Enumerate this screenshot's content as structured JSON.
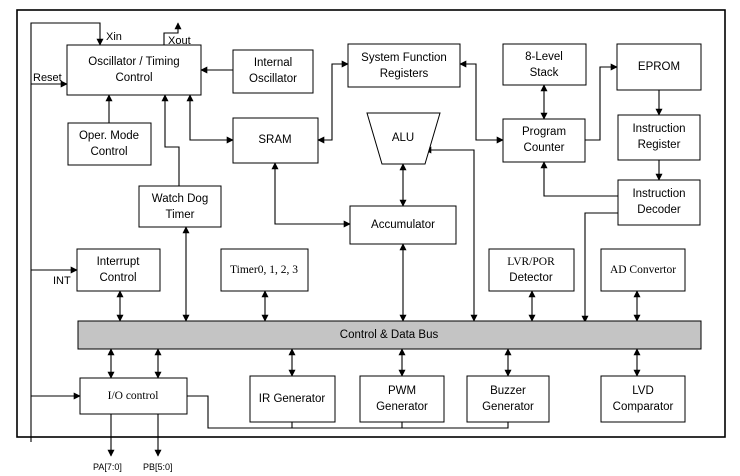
{
  "blocks": {
    "oscillator": [
      "Oscillator / Timing",
      "Control"
    ],
    "internal_osc": [
      "Internal",
      "Oscillator"
    ],
    "sys_func_reg": [
      "System Function",
      "Registers"
    ],
    "stack": [
      "8-Level",
      "Stack"
    ],
    "eprom": [
      "EPROM"
    ],
    "oper_mode": [
      "Oper. Mode",
      "Control"
    ],
    "sram": [
      "SRAM"
    ],
    "alu": [
      "ALU"
    ],
    "program_counter": [
      "Program",
      "Counter"
    ],
    "instr_register": [
      "Instruction",
      "Register"
    ],
    "watchdog": [
      "Watch Dog",
      "Timer"
    ],
    "accumulator": [
      "Accumulator"
    ],
    "instr_decoder": [
      "Instruction",
      "Decoder"
    ],
    "interrupt": [
      "Interrupt",
      "Control"
    ],
    "timers": [
      "Timer0, 1, 2, 3"
    ],
    "lvr_por": [
      "LVR/POR",
      "Detector"
    ],
    "ad_conv": [
      "AD Convertor"
    ],
    "bus": [
      "Control & Data Bus"
    ],
    "io_control": [
      "I/O control"
    ],
    "ir_gen": [
      "IR Generator"
    ],
    "pwm_gen": [
      "PWM",
      "Generator"
    ],
    "buzzer_gen": [
      "Buzzer",
      "Generator"
    ],
    "lvd": [
      "LVD",
      "Comparator"
    ]
  },
  "pins": {
    "xin": "Xin",
    "xout": "Xout",
    "reset": "Reset",
    "int": "INT",
    "pa": "PA[7:0]",
    "pb": "PB[5:0]"
  }
}
